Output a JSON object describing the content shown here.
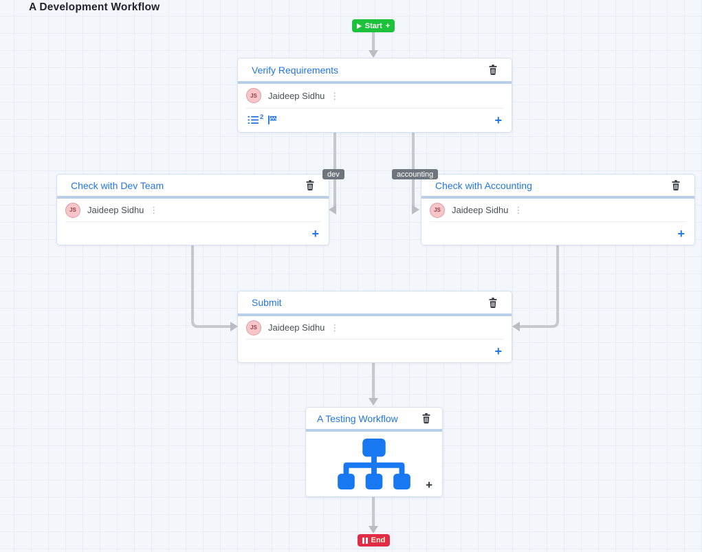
{
  "title": "A Development Workflow",
  "colors": {
    "accent_blue": "#2276e3",
    "start_green": "#1ec13b",
    "end_red": "#e22b45",
    "connector_gray": "#c5c8cd",
    "branch_label_gray": "#6e757d",
    "header_divider_blue": "#b9cfe9"
  },
  "start_badge": {
    "label": "Start",
    "plus": "+",
    "icon": "play-icon"
  },
  "end_badge": {
    "label": "End",
    "icon": "stop-icon"
  },
  "branch_labels": {
    "left": "dev",
    "right": "accounting"
  },
  "glyphs": {
    "kebab": "⋮",
    "plus": "+"
  },
  "cards": {
    "verify": {
      "title": "Verify Requirements",
      "assignee_initials": "JS",
      "assignee_name": "Jaideep Sidhu",
      "subtask_count": "2"
    },
    "dev_team": {
      "title": "Check with Dev Team",
      "assignee_initials": "JS",
      "assignee_name": "Jaideep Sidhu"
    },
    "accounting": {
      "title": "Check with Accounting",
      "assignee_initials": "JS",
      "assignee_name": "Jaideep Sidhu"
    },
    "submit": {
      "title": "Submit",
      "assignee_initials": "JS",
      "assignee_name": "Jaideep Sidhu"
    },
    "testing": {
      "title": "A Testing Workflow"
    }
  }
}
